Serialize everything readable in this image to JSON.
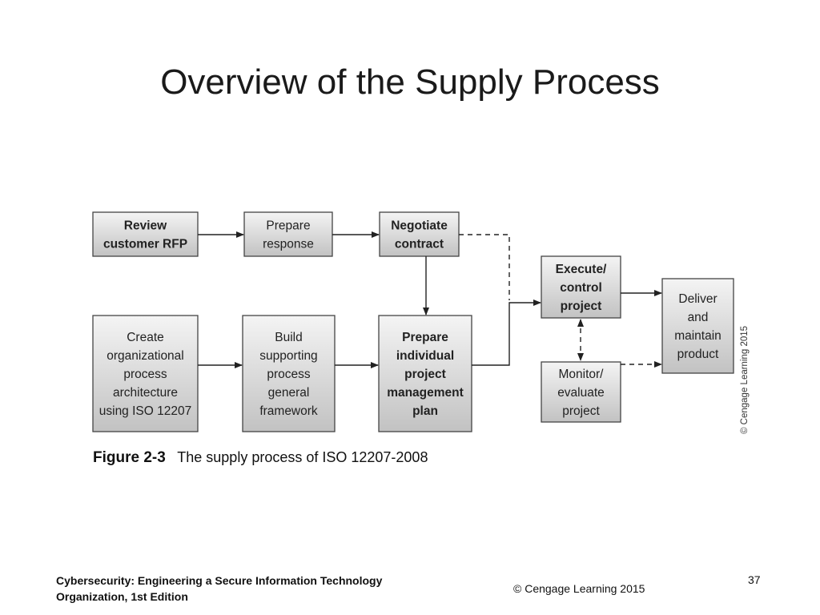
{
  "title": "Overview of the Supply Process",
  "diagram": {
    "boxes": [
      {
        "id": "review",
        "lines": [
          "Review",
          "customer RFP"
        ],
        "bold": true
      },
      {
        "id": "prepare-response",
        "lines": [
          "Prepare",
          "response"
        ],
        "bold": false
      },
      {
        "id": "negotiate",
        "lines": [
          "Negotiate",
          "contract"
        ],
        "bold": true
      },
      {
        "id": "execute",
        "lines": [
          "Execute/",
          "control",
          "project"
        ],
        "bold": true
      },
      {
        "id": "deliver",
        "lines": [
          "Deliver",
          "and",
          "maintain",
          "product"
        ],
        "bold": false
      },
      {
        "id": "create",
        "lines": [
          "Create",
          "organizational",
          "process",
          "architecture",
          "using ISO 12207"
        ],
        "bold": false
      },
      {
        "id": "build",
        "lines": [
          "Build",
          "supporting",
          "process",
          "general",
          "framework"
        ],
        "bold": false
      },
      {
        "id": "prepare-plan",
        "lines": [
          "Prepare",
          "individual",
          "project",
          "management",
          "plan"
        ],
        "bold": true
      },
      {
        "id": "monitor",
        "lines": [
          "Monitor/",
          "evaluate",
          "project"
        ],
        "bold": false
      }
    ],
    "caption_label": "Figure 2-3",
    "caption_text": "The supply process of ISO 12207-2008",
    "credit": "© Cengage Learning 2015"
  },
  "footer": {
    "book_line1": "Cybersecurity: Engineering a Secure Information Technology",
    "book_line2": "Organization, 1st Edition",
    "copyright": "© Cengage Learning  2015",
    "page_number": "37"
  }
}
